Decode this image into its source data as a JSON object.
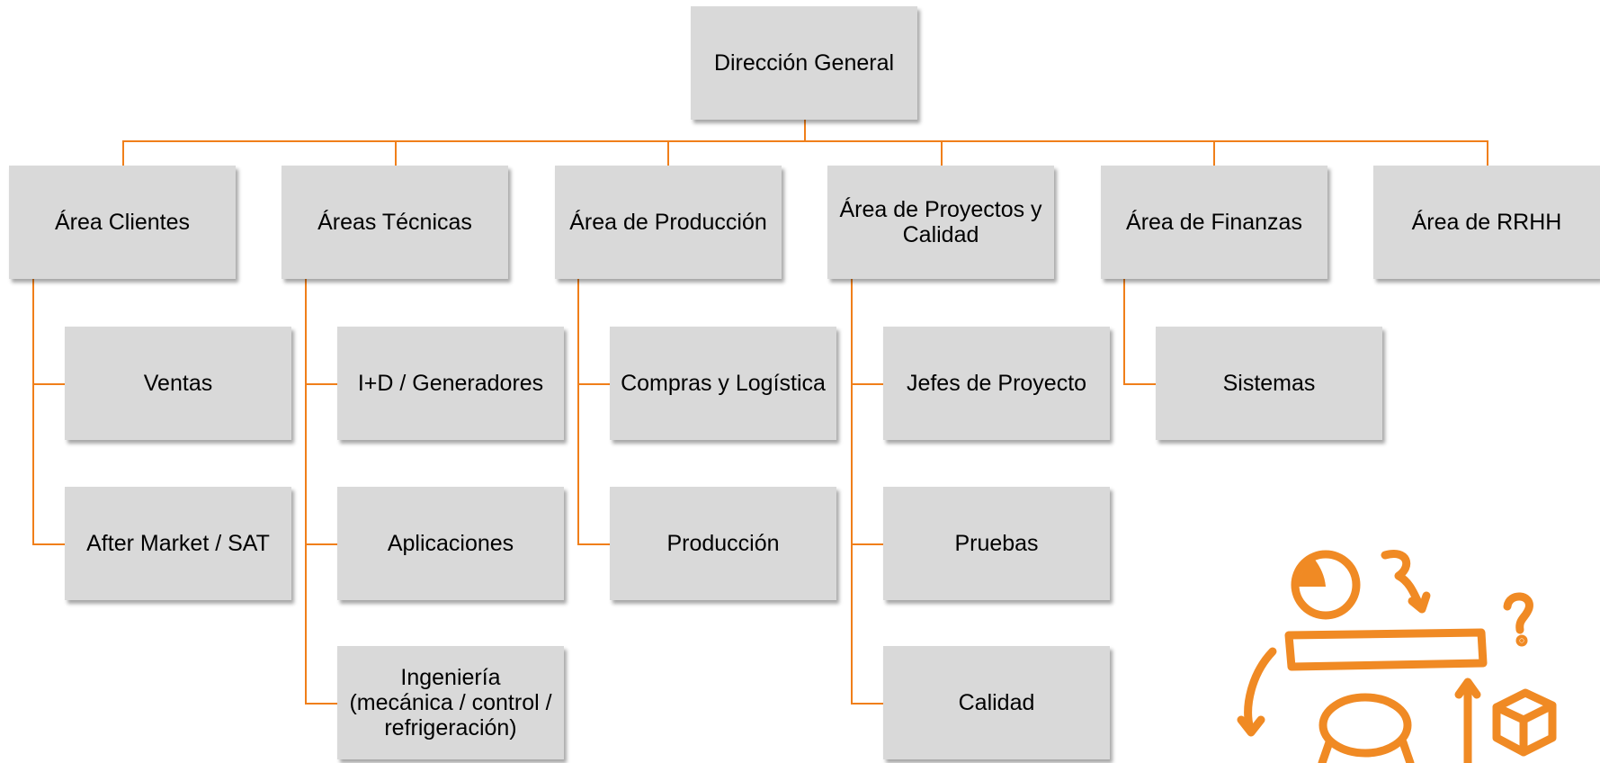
{
  "org_chart": {
    "root": "Dirección General",
    "areas": [
      "Área Clientes",
      "Áreas Técnicas",
      "Área de Producción",
      "Área de Proyectos y\nCalidad",
      "Área de Finanzas",
      "Área de RRHH"
    ],
    "subunits": {
      "clientes": [
        "Ventas",
        "After Market / SAT"
      ],
      "tecnicas": [
        "I+D / Generadores",
        "Aplicaciones",
        "Ingeniería\n(mecánica / control /\nrefrigeración)"
      ],
      "produccion": [
        "Compras y Logística",
        "Producción"
      ],
      "proyectos": [
        "Jefes de Proyecto",
        "Pruebas",
        "Calidad"
      ],
      "finanzas": [
        "Sistemas"
      ]
    }
  },
  "colors": {
    "connector": "#f07f1a",
    "box_fill": "#d9d9d9",
    "doodle": "#f08a24"
  },
  "decoration": {
    "icon": "orange-hand-drawn-process-doodle-icon"
  }
}
